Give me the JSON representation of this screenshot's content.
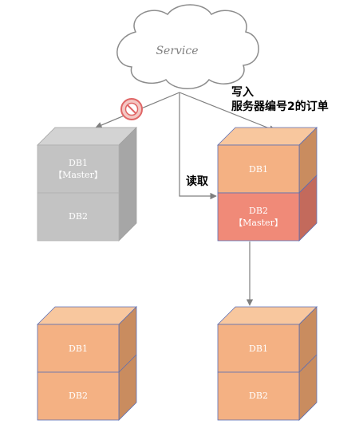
{
  "service": {
    "label": "Service"
  },
  "annotations": {
    "write_line1": "写入",
    "write_line2": "服务器编号2的订单",
    "read": "读取"
  },
  "stacks": {
    "top_left": {
      "top_label_1": "DB1",
      "top_label_2": "【Master】",
      "bottom_label": "DB2",
      "state": "disabled"
    },
    "top_right": {
      "top_label": "DB1",
      "bottom_label_1": "DB2",
      "bottom_label_2": "【Master】",
      "state": "active"
    },
    "bottom_left": {
      "top_label": "DB1",
      "bottom_label": "DB2"
    },
    "bottom_right": {
      "top_label": "DB1",
      "bottom_label": "DB2"
    }
  },
  "colors": {
    "cloud_fill": "#ffffff",
    "cloud_stroke": "#8c8c8c",
    "grey_front": "#c3c3c3",
    "grey_top": "#d3d3d3",
    "grey_side": "#a6a6a6",
    "orange_front": "#f4b183",
    "orange_top": "#f8c79e",
    "orange_side": "#c98c5f",
    "master_front": "#f08a78",
    "master_side": "#c36a5c",
    "line": "#7f7f7f",
    "forbid_fill": "#f4c7c3",
    "forbid_stroke": "#e06666"
  },
  "icons": {
    "forbidden": "no-entry-icon",
    "cloud": "cloud-icon"
  }
}
